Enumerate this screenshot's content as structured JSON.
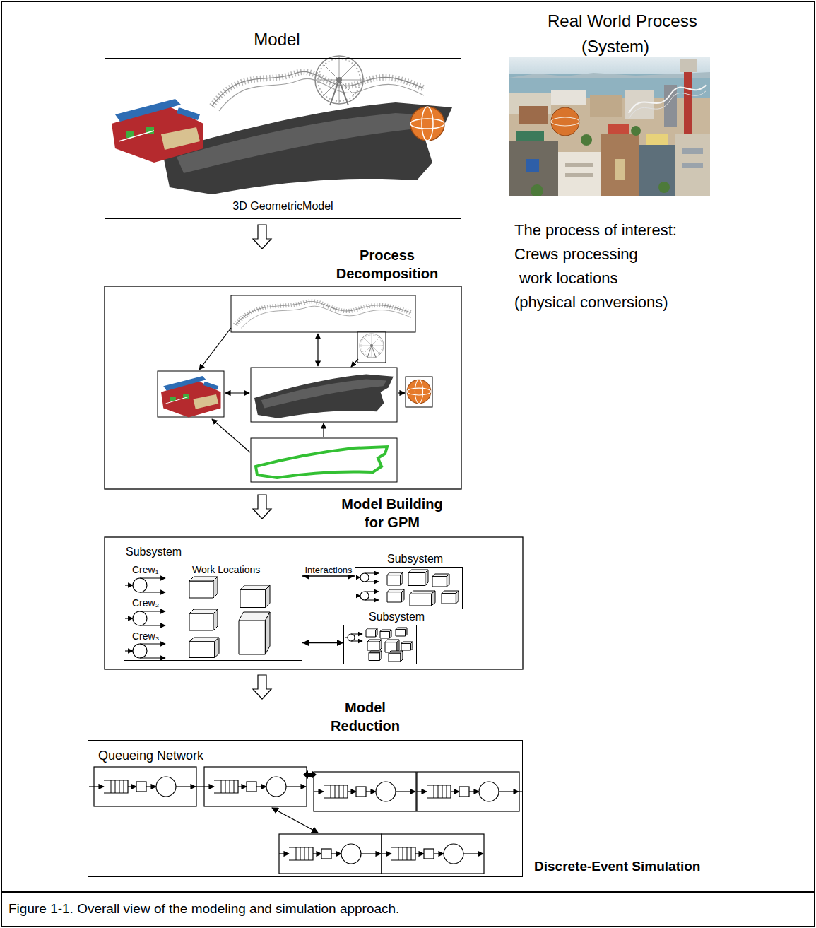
{
  "diagram": {
    "caption": "Figure 1-1. Overall view of the modeling and simulation approach.",
    "nodes": [
      {
        "text": [
          "3D GeometricModel"
        ]
      },
      {
        "text": [
          "Subsystem"
        ]
      },
      {
        "text": [
          "Subsystem"
        ]
      },
      {
        "text": [
          "Subsystem"
        ]
      },
      {
        "text": [
          "Queueing Network"
        ]
      }
    ],
    "edges": [
      {
        "from": 1,
        "to": 2,
        "arrow": "both",
        "label": "Interactions"
      },
      {
        "from": 1,
        "to": 3,
        "arrow": "both"
      }
    ],
    "labels": [
      "Model",
      "Real World Process",
      "(System)",
      "The process of interest:",
      "Crews processing",
      "work locations",
      "(physical conversions)",
      "Process Decomposition",
      "Model Building for GPM",
      "Crew₁",
      "Work Locations",
      "Crew₂",
      "Crew₃",
      "Model Reduction",
      "Discrete-Event Simulation"
    ]
  }
}
